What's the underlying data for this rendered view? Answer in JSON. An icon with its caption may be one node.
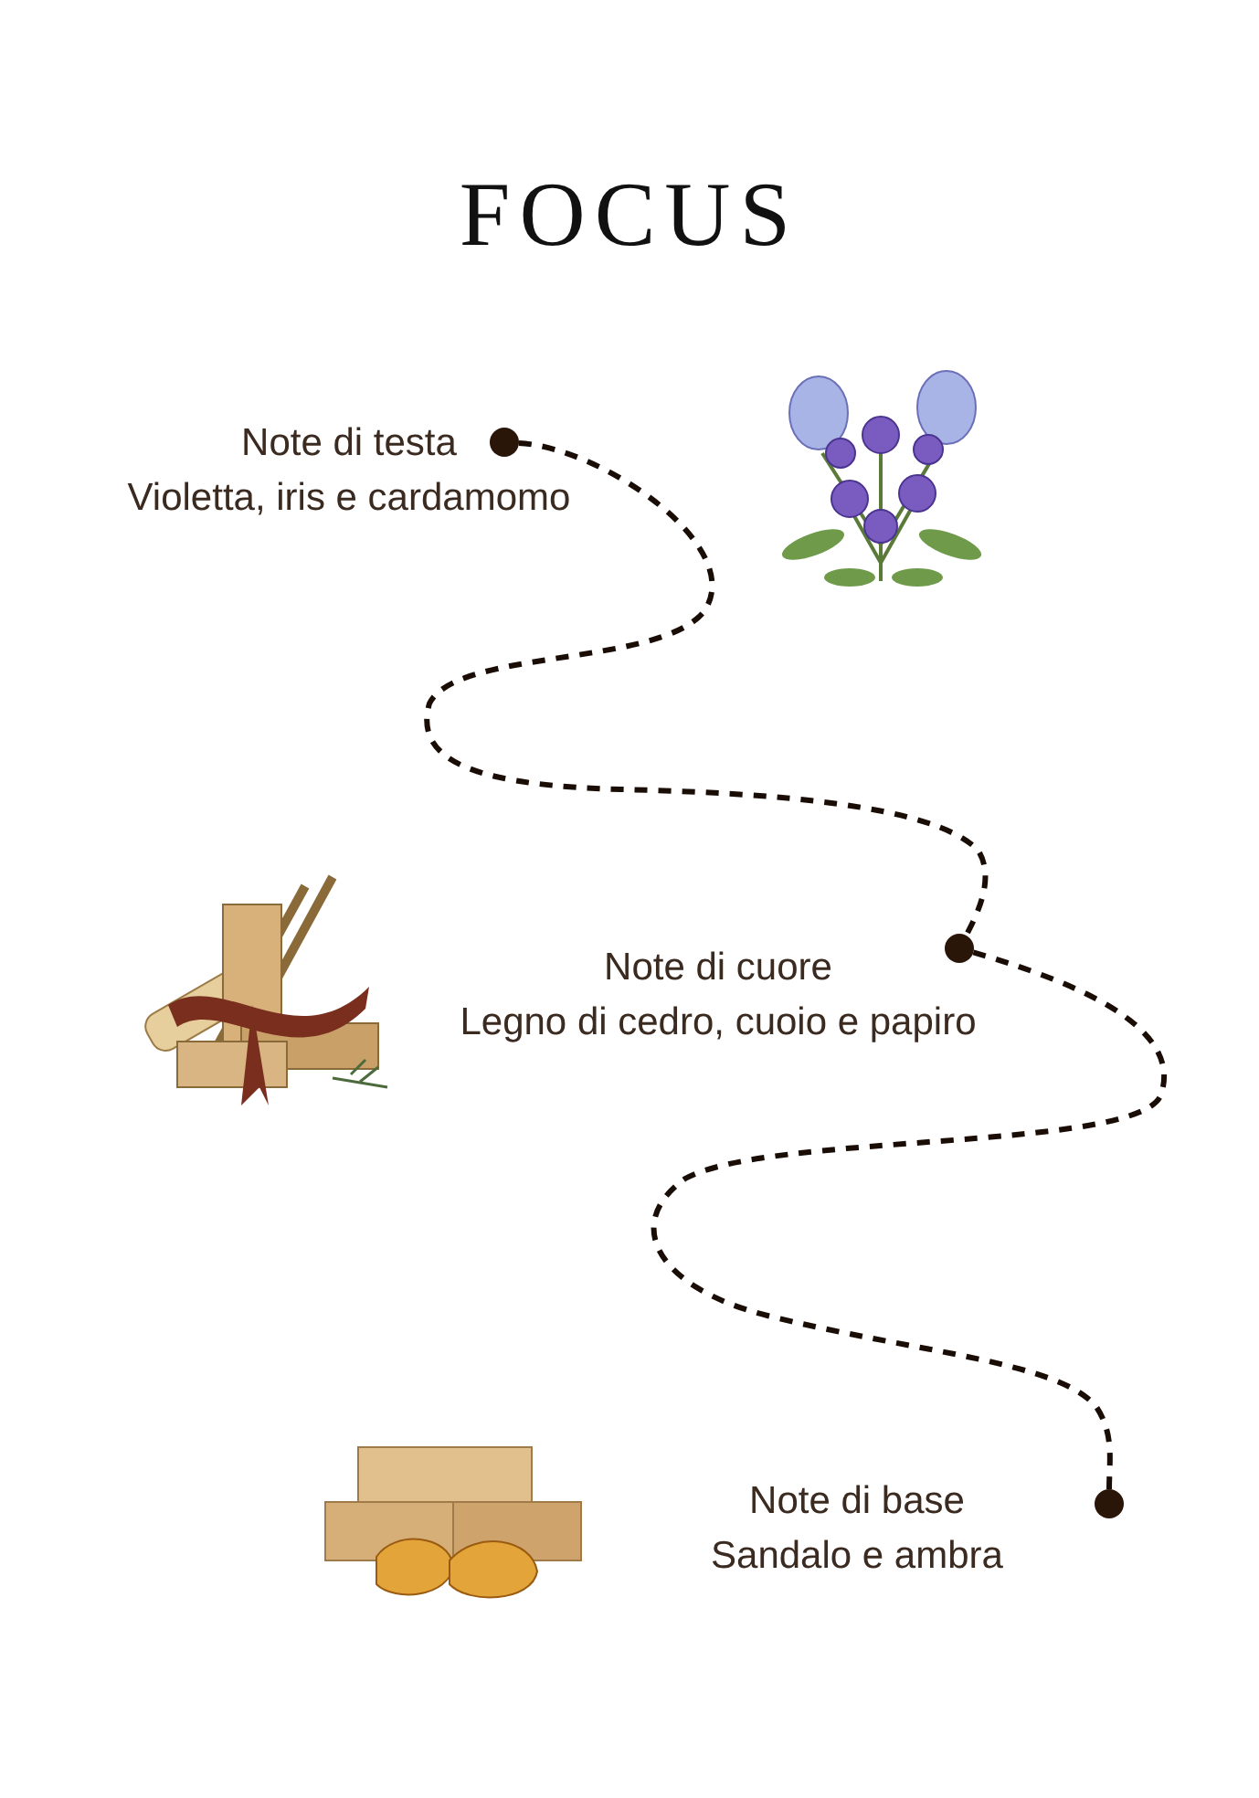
{
  "diagram": {
    "title": "FOCUS",
    "nodes": [
      {
        "text": [],
        "shape": "circle",
        "beside": [
          "Note di testa",
          "Violetta, iris e cardamomo"
        ]
      },
      {
        "text": [],
        "shape": "circle",
        "beside": [
          "Note di cuore",
          "Legno di cedro, cuoio e papiro"
        ]
      },
      {
        "text": [],
        "shape": "circle",
        "beside": [
          "Note di base",
          "Sandalo e ambra"
        ]
      }
    ],
    "edges": [
      {
        "from": 0,
        "to": 1,
        "arrow": "none",
        "style": "dashed"
      },
      {
        "from": 1,
        "to": 2,
        "arrow": "none",
        "style": "dashed"
      }
    ]
  }
}
